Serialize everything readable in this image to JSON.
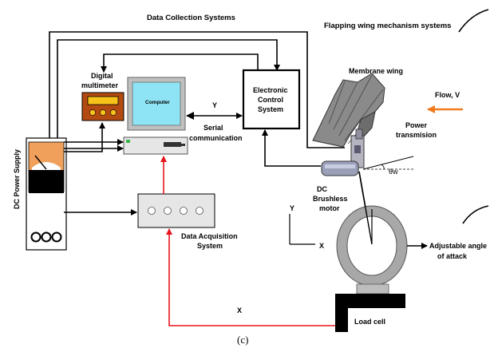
{
  "labels": {
    "data_collection": "Data Collection Systems",
    "flapping_wing": "Flapping wing mechanism systems",
    "digital_multimeter_1": "Digital",
    "digital_multimeter_2": "multimeter",
    "computer": "Computer",
    "y_signal": "Y",
    "serial_1": "Serial",
    "serial_2": "communication",
    "ecs_1": "Electronic",
    "ecs_2": "Control",
    "ecs_3": "System",
    "membrane_wing": "Membrane wing",
    "flow": "Flow, V",
    "power_1": "Power",
    "power_2": "transmision",
    "theta": "θw",
    "motor_1": "DC",
    "motor_2": "Brushless",
    "motor_3": "motor",
    "dc_power": "DC Power Supply",
    "daq_1": "Data Acquisition",
    "daq_2": "System",
    "axis_y": "Y",
    "axis_x": "X",
    "aoa_1": "Adjustable angle",
    "aoa_2": "of attack",
    "x_signal": "X",
    "load_cell": "Load cell",
    "caption": "(c)"
  },
  "colors": {
    "red_line": "#e8141b",
    "flow_arrow": "#f07a1e",
    "multimeter_body": "#b24a12",
    "multimeter_display": "#f7c31b",
    "screen": "#8ee4f4",
    "monitor_frame": "#bfbfbf",
    "psu_meter": "#f0a05a",
    "ring": "#a8a8a8",
    "wing": "#7d7d7d"
  }
}
